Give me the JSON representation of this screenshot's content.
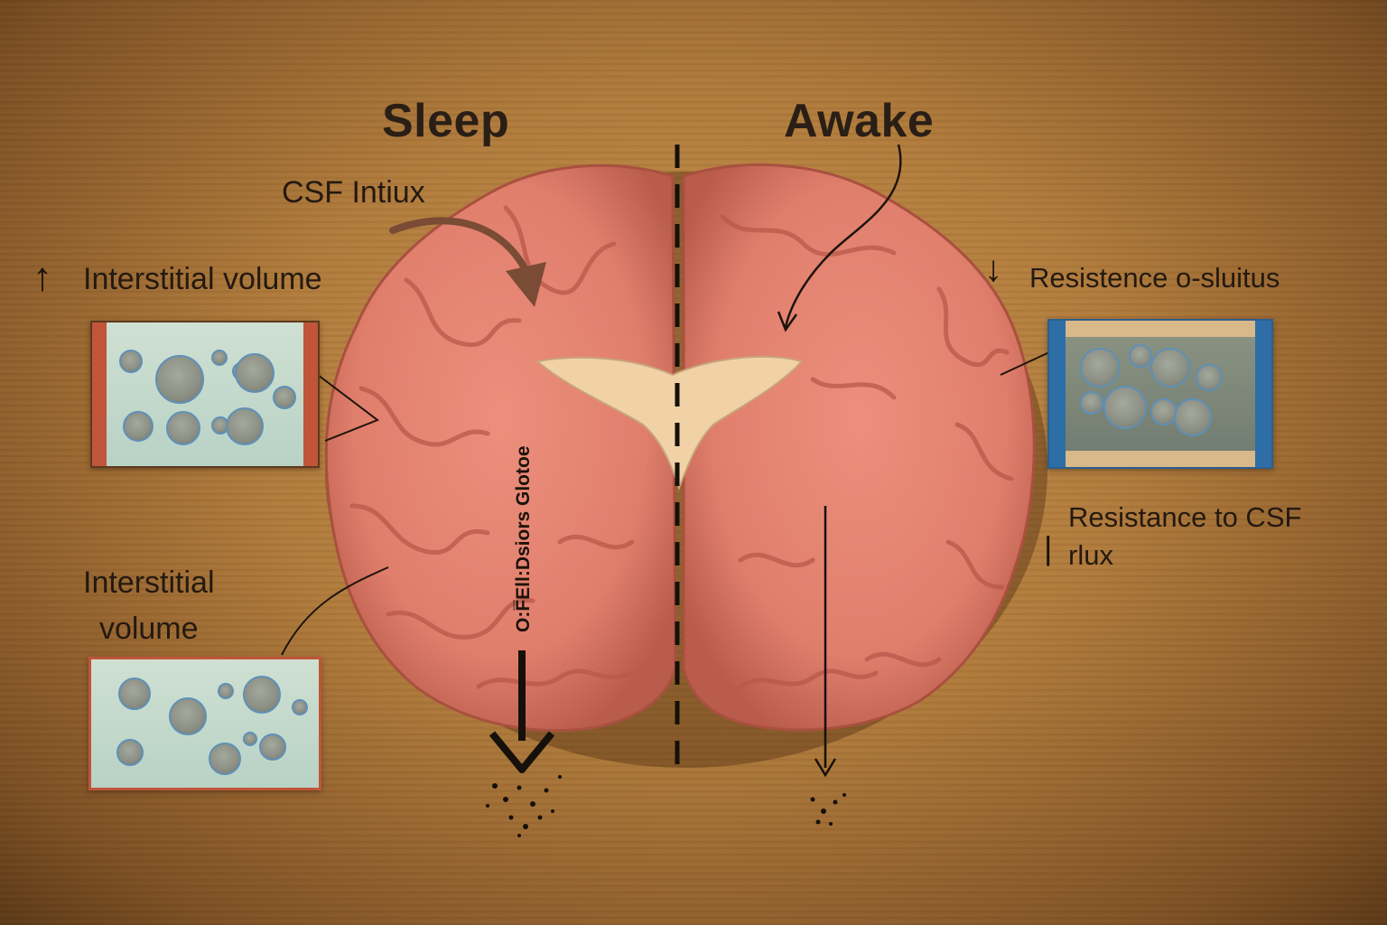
{
  "titles": {
    "left": "Sleep",
    "right": "Awake"
  },
  "labels": {
    "csf_influx": "CSF Intiux",
    "interstitial_volume_up": "Interstitial volume",
    "interstitial_volume_2": "Interstitial\nvolume",
    "resistance_top": "Resistence o-sluitus",
    "resistance_csf": "Resistance to CSF\nrlux",
    "vertical_text": "O:F̅Ell:Dsiors Glotoe"
  },
  "indicators": {
    "interstitial_volume": "↑",
    "resistance": "↓",
    "resistance_csf": "|"
  },
  "icons": [
    "up-arrow-icon",
    "down-arrow-icon",
    "curved-arrow-icon",
    "dashed-divider"
  ],
  "colors": {
    "brain": "#e07e6c",
    "brain_fold": "#c45f52",
    "ventricle": "#f0d2a6",
    "warm_frame": "#c0553a",
    "cool_frame": "#2d6ea6",
    "ink": "#1f160e"
  }
}
